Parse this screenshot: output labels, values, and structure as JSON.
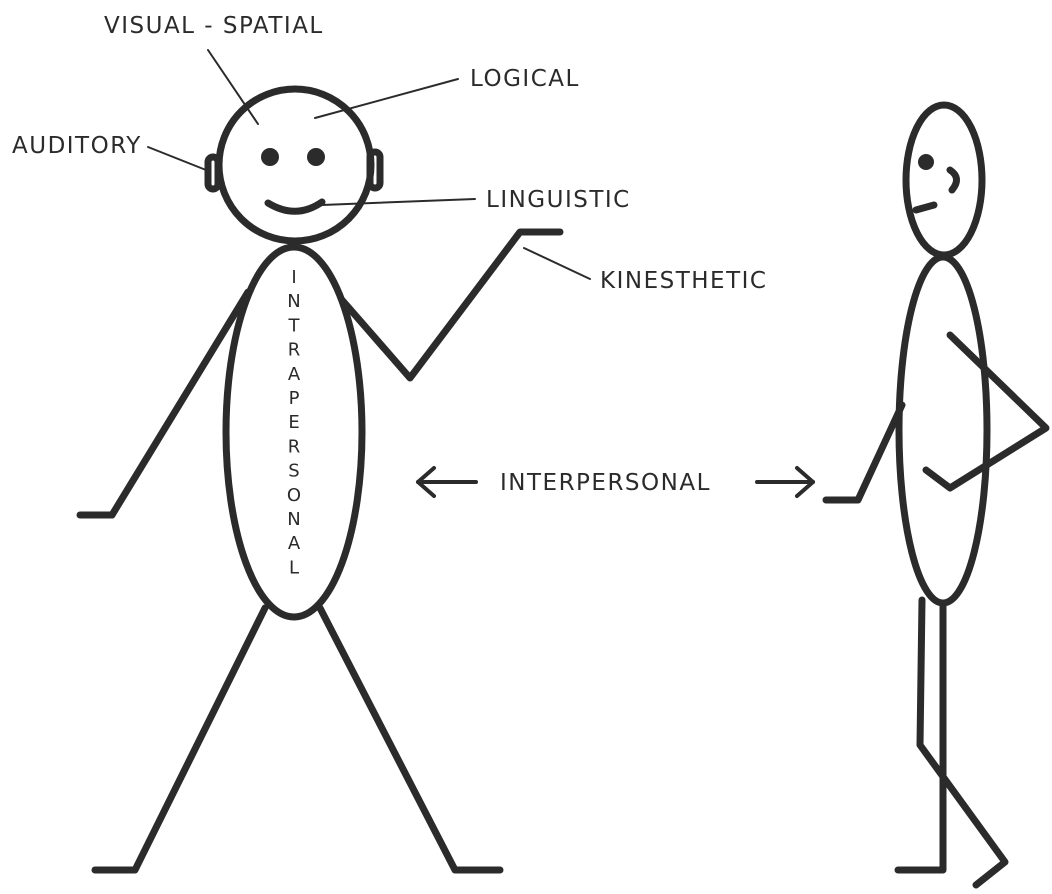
{
  "labels": {
    "visual_spatial": "VISUAL - SPATIAL",
    "logical": "LOGICAL",
    "auditory": "AUDITORY",
    "linguistic": "LINGUISTIC",
    "kinesthetic": "KINESTHETIC",
    "interpersonal": "INTERPERSONAL",
    "intrapersonal": "INTRAPERSONAL"
  },
  "colors": {
    "ink": "#2b2b2b",
    "background": "#ffffff"
  }
}
